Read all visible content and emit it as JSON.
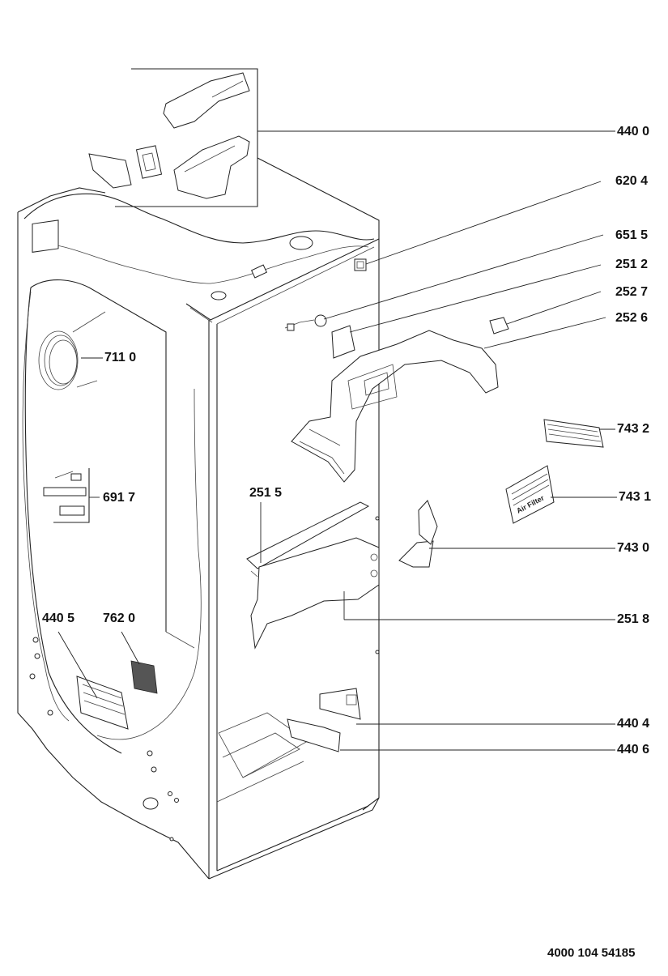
{
  "callouts": {
    "c4400": "440 0",
    "c6204": "620 4",
    "c6515": "651 5",
    "c2512": "251 2",
    "c2527": "252 7",
    "c2526": "252 6",
    "c7110": "711 0",
    "c7432": "743 2",
    "c6917": "691 7",
    "c2515": "251 5",
    "c7431": "743 1",
    "c7430": "743 0",
    "c4405": "440 5",
    "c7620": "762 0",
    "c2518": "251 8",
    "c4404": "440 4",
    "c4406": "440 6"
  },
  "panel_text": {
    "air_filter": "Air Filter"
  },
  "document_number": "4000 104 54185"
}
